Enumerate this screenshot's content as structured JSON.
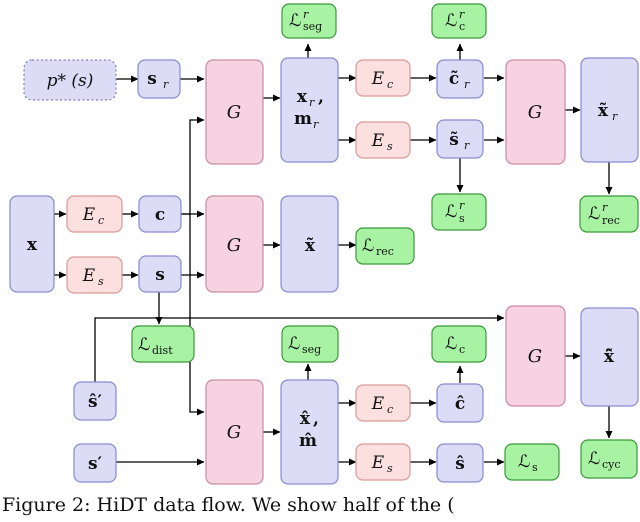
{
  "caption": "Figure 2: HiDT data flow. We show half of the (",
  "labels": {
    "prior": "p* (s)",
    "s_r": "s",
    "s_r_sub": "r",
    "G": "G",
    "x_r": "x",
    "x_r_sub": "r",
    "x_r_comma": ",",
    "m_r": "m",
    "m_r_sub": "r",
    "E_c": "E",
    "E_c_sub": "c",
    "E_s": "E",
    "E_s_sub": "s",
    "c_r": "c̃",
    "c_r_sub": "r",
    "s_r_tilde": "s̃",
    "s_r_tilde_sub": "r",
    "x_r_tilde": "x̃",
    "x_r_tilde_sub": "r",
    "x": "x",
    "c": "c",
    "s": "s",
    "x_tilde": "x̃",
    "s_hat_prime": "ŝ′",
    "s_prime": "s′",
    "x_hat": "x̂",
    "x_hat_comma": ",",
    "m_hat": "m̂",
    "c_hat": "ĉ",
    "s_hat": "ŝ",
    "x_tilde_hat": "x̂̃",
    "L": "ℒ",
    "L_seg_r_sub": "seg",
    "L_seg_r_sup": "r",
    "L_c_r_sub": "c",
    "L_c_r_sup": "r",
    "L_s_r_sub": "s",
    "L_s_r_sup": "r",
    "L_rec_r_sub": "rec",
    "L_rec_r_sup": "r",
    "L_rec_sub": "rec",
    "L_dist_sub": "dist",
    "L_seg_sub": "seg",
    "L_c_sub": "c",
    "L_s_sub": "s",
    "L_cyc_sub": "cyc"
  },
  "colors": {
    "purple_fill": "#dcdcf7",
    "purple_stroke": "#8a8ad0",
    "pink_fill": "#f7d3e2",
    "pink_stroke": "#c98aa6",
    "salmon_fill": "#fbe0df",
    "salmon_stroke": "#d99a98",
    "green_fill": "#a8f2a3",
    "green_stroke": "#3a9a3a",
    "arrow": "#000000"
  }
}
